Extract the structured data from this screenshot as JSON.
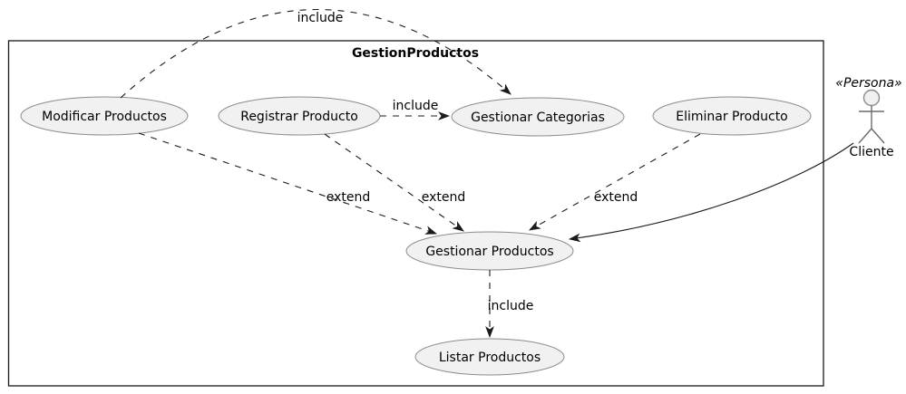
{
  "diagram": {
    "type": "uml-use-case-diagram",
    "package": {
      "title": "GestionProductos"
    },
    "usecases": [
      {
        "id": "modificar-productos",
        "label": "Modificar Productos"
      },
      {
        "id": "registrar-producto",
        "label": "Registrar Producto"
      },
      {
        "id": "gestionar-categorias",
        "label": "Gestionar Categorias"
      },
      {
        "id": "eliminar-producto",
        "label": "Eliminar Producto"
      },
      {
        "id": "gestionar-productos",
        "label": "Gestionar Productos"
      },
      {
        "id": "listar-productos",
        "label": "Listar Productos"
      }
    ],
    "actor": {
      "stereotype": "«Persona»",
      "name": "Cliente"
    },
    "edges": [
      {
        "from": "modificar-productos",
        "to": "gestionar-categorias",
        "label": "include",
        "style": "dashed"
      },
      {
        "from": "registrar-producto",
        "to": "gestionar-categorias",
        "label": "include",
        "style": "dashed"
      },
      {
        "from": "modificar-productos",
        "to": "gestionar-productos",
        "label": "extend",
        "style": "dashed"
      },
      {
        "from": "registrar-producto",
        "to": "gestionar-productos",
        "label": "extend",
        "style": "dashed"
      },
      {
        "from": "eliminar-producto",
        "to": "gestionar-productos",
        "label": "extend",
        "style": "dashed"
      },
      {
        "from": "gestionar-productos",
        "to": "listar-productos",
        "label": "include",
        "style": "dashed"
      },
      {
        "from": "cliente",
        "to": "gestionar-productos",
        "label": "",
        "style": "solid"
      }
    ],
    "colors": {
      "background": "#FFFFFF",
      "shape_fill": "#F1F1F1",
      "shape_border": "#8B8B8B",
      "line": "#1A1A1A",
      "text": "#000000"
    }
  }
}
